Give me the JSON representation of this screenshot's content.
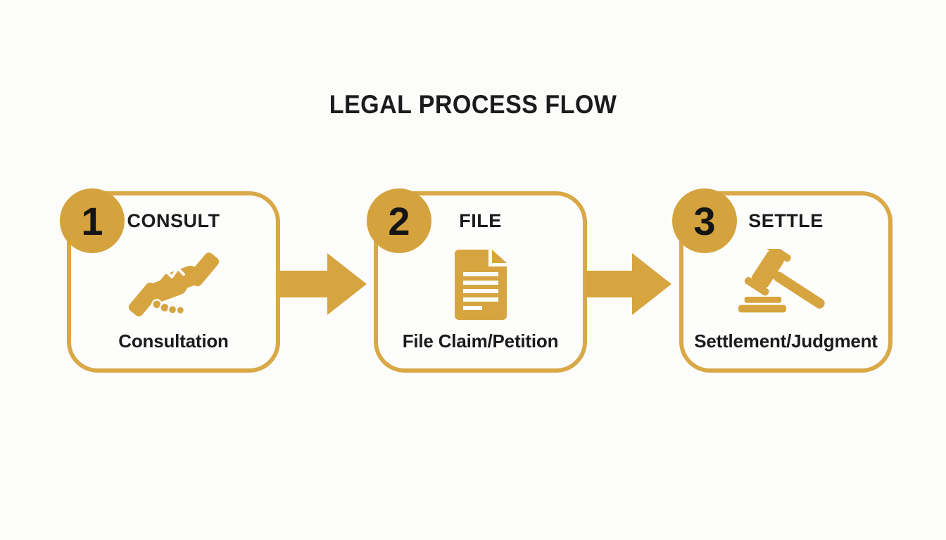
{
  "title": "LEGAL PROCESS FLOW",
  "steps": [
    {
      "number": "1",
      "label": "CONSULT",
      "caption": "Consultation",
      "icon": "handshake-icon"
    },
    {
      "number": "2",
      "label": "FILE",
      "caption": "File Claim/Petition",
      "icon": "document-icon"
    },
    {
      "number": "3",
      "label": "SETTLE",
      "caption": "Settlement/Judgment",
      "icon": "gavel-icon"
    }
  ],
  "connectors": [
    {
      "type": "arrow-right"
    },
    {
      "type": "arrow-right"
    }
  ],
  "colors": {
    "gold": "#D7A53F",
    "border_gold": "#D9A847",
    "badge_gold": "#D4A33E",
    "text": "#1B1B1B",
    "background": "#FCFCFB"
  }
}
